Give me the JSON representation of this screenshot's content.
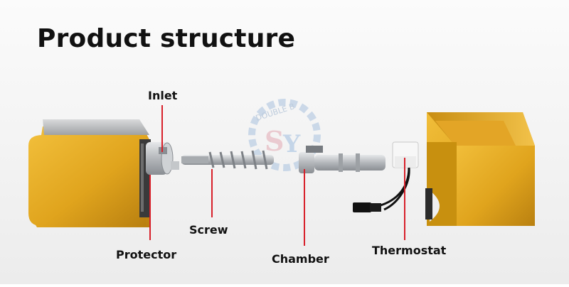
{
  "title": "Product structure",
  "watermark": {
    "text": "DOUBLE B",
    "monogram": "SY"
  },
  "parts": [
    {
      "id": "inlet",
      "label": "Inlet"
    },
    {
      "id": "screw",
      "label": "Screw"
    },
    {
      "id": "protector",
      "label": "Protector"
    },
    {
      "id": "chamber",
      "label": "Chamber"
    },
    {
      "id": "thermostat",
      "label": "Thermostat"
    }
  ],
  "colors": {
    "housing_gold": "#e0a41d",
    "leader_line": "#d8202a",
    "steel": "#b9bcc0",
    "background": "#f3f3f3"
  }
}
